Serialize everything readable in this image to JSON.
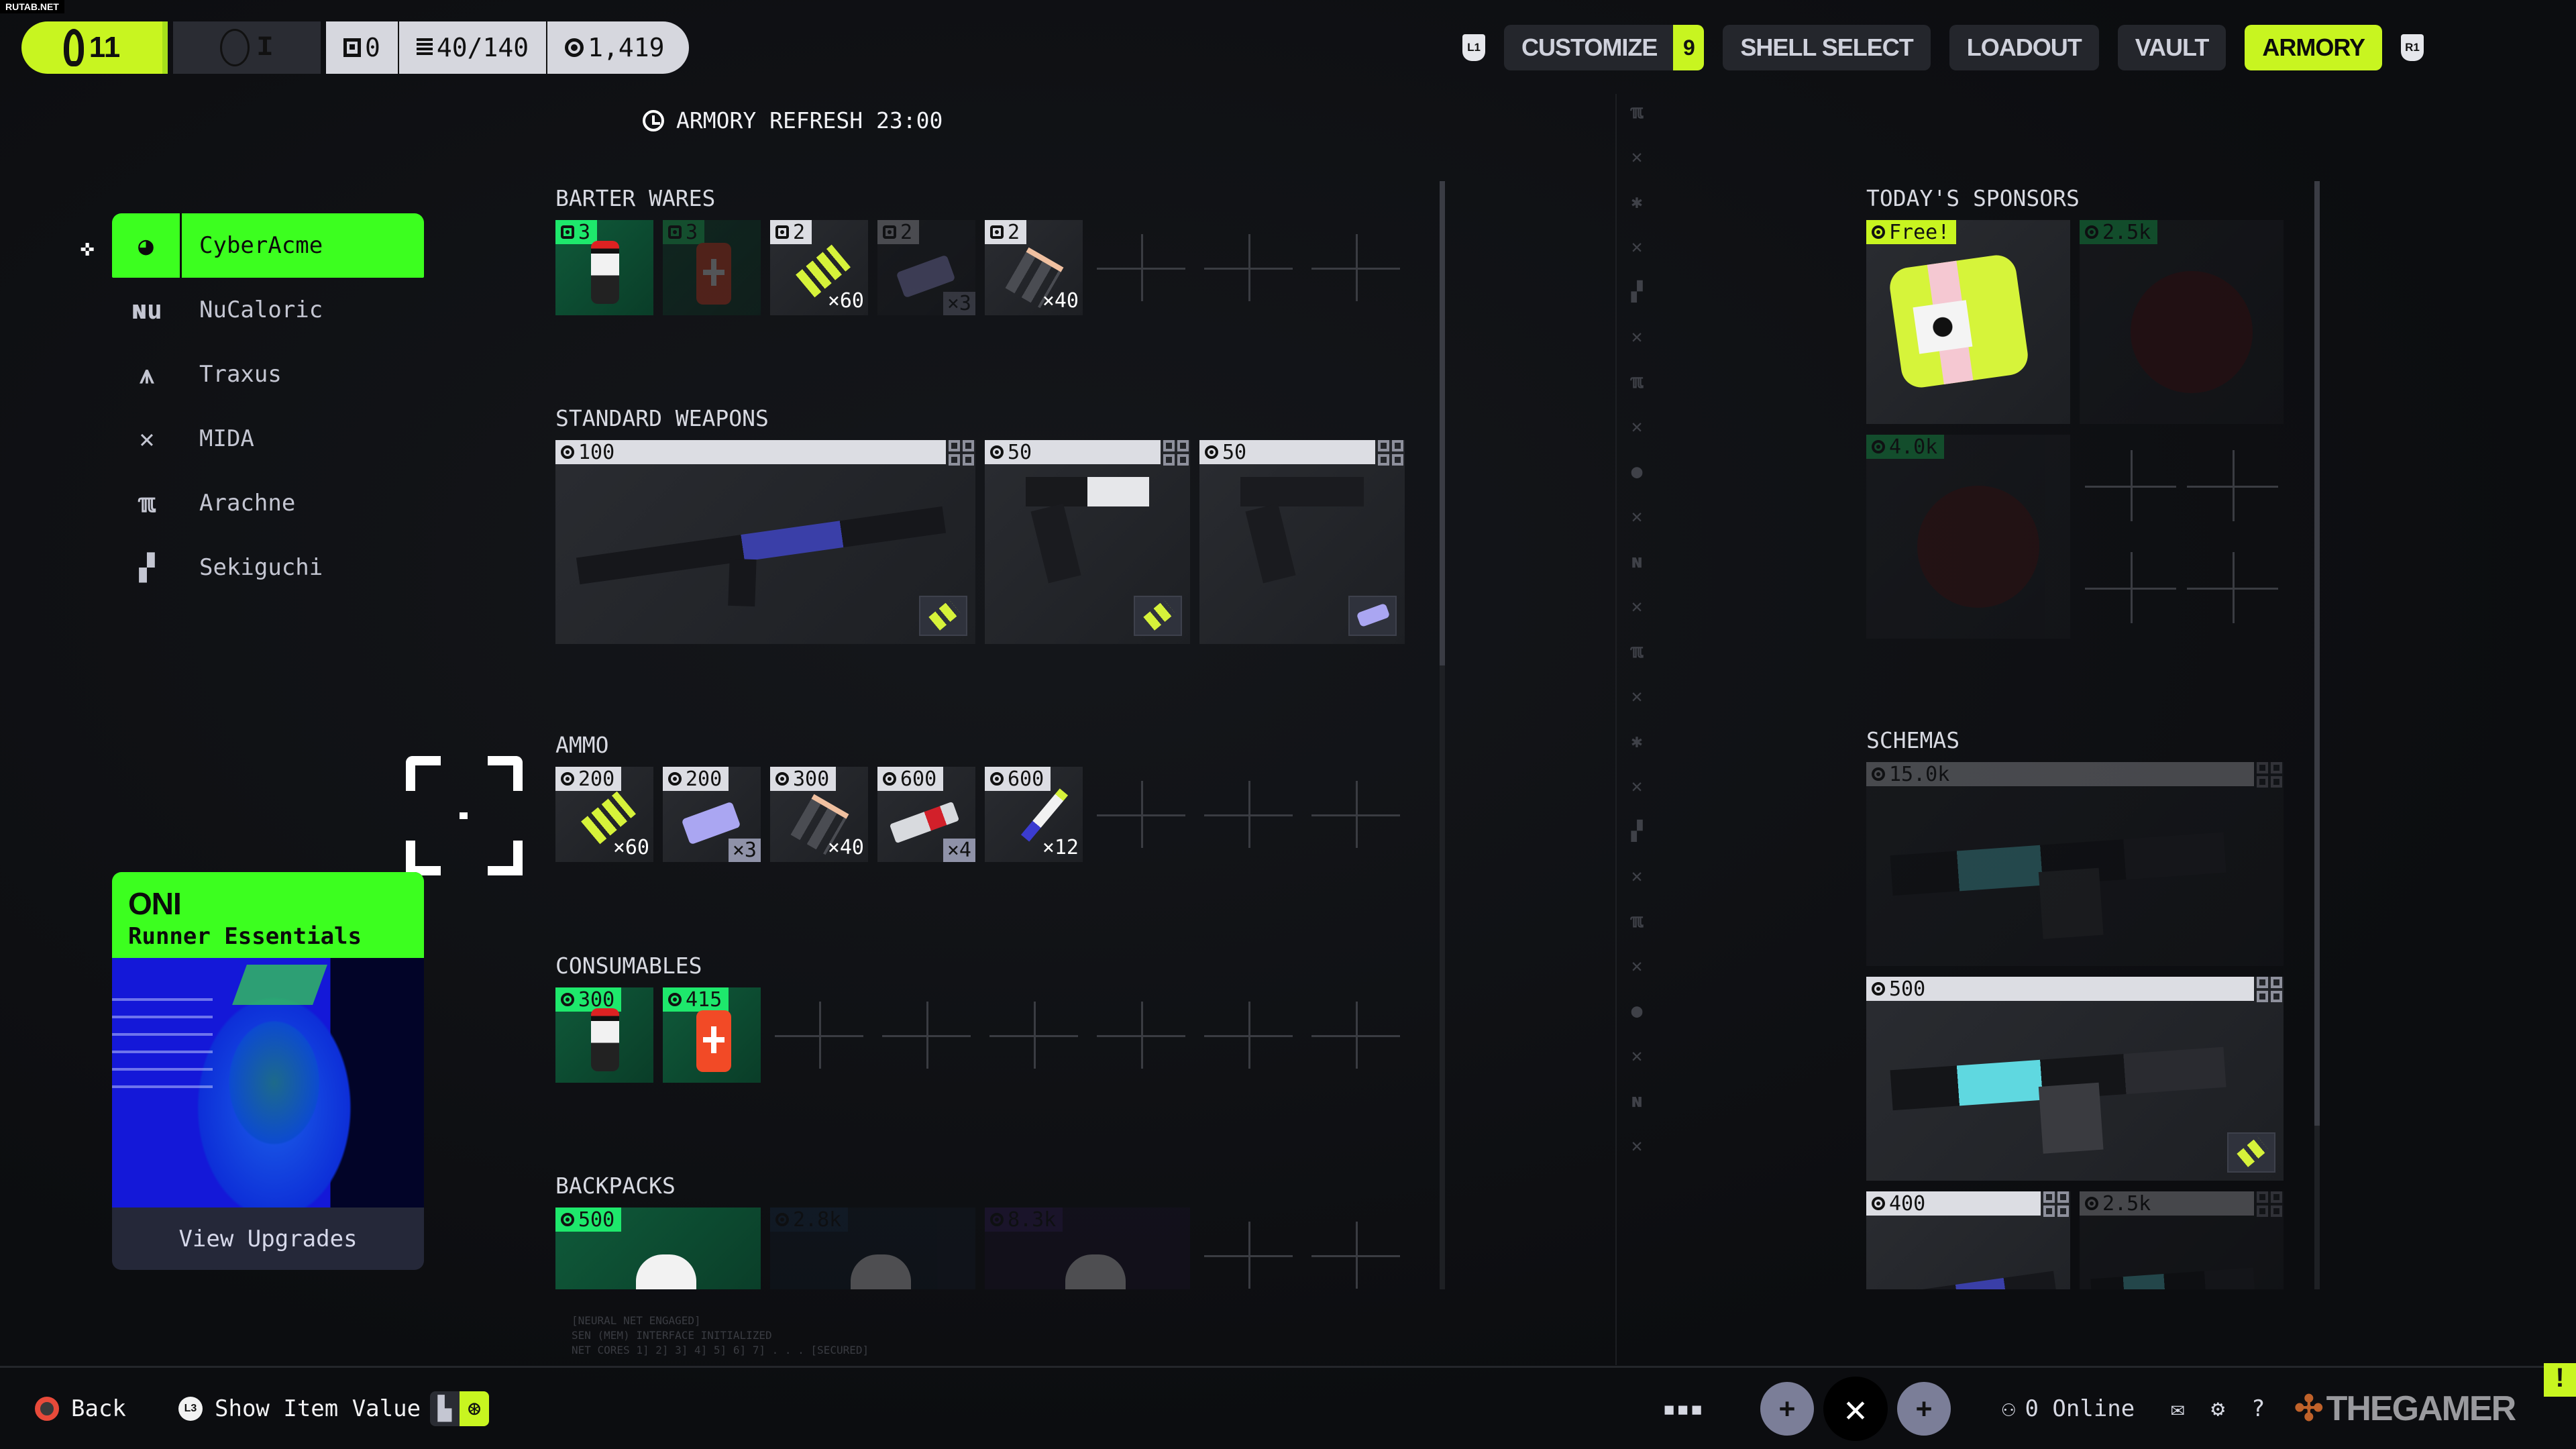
{
  "watermark": "RUTAB.NET",
  "topbar": {
    "level": "11",
    "rank": "I",
    "keys": "0",
    "capacity": "40/140",
    "credits": "1,419"
  },
  "tabs": {
    "left_shoulder": "L1",
    "right_shoulder": "R1",
    "items": [
      {
        "label": "CUSTOMIZE",
        "badge": "9"
      },
      {
        "label": "SHELL SELECT"
      },
      {
        "label": "LOADOUT"
      },
      {
        "label": "VAULT"
      },
      {
        "label": "ARMORY",
        "active": true
      }
    ]
  },
  "refresh": "ARMORY REFRESH 23:00",
  "sidebar": {
    "items": [
      {
        "label": "CyberAcme",
        "icon": "cyberacme-logo-icon",
        "glyph": "◕",
        "active": true
      },
      {
        "label": "NuCaloric",
        "icon": "nucaloric-logo-icon",
        "glyph": "ɴu"
      },
      {
        "label": "Traxus",
        "icon": "traxus-logo-icon",
        "glyph": "⩚"
      },
      {
        "label": "MIDA",
        "icon": "mida-logo-icon",
        "glyph": "✕"
      },
      {
        "label": "Arachne",
        "icon": "arachne-logo-icon",
        "glyph": "ℼ"
      },
      {
        "label": "Sekiguchi",
        "icon": "sekiguchi-logo-icon",
        "glyph": "▞"
      }
    ]
  },
  "oni": {
    "title": "ONI",
    "subtitle": "Runner Essentials",
    "button": "View Upgrades"
  },
  "sections": {
    "barter": {
      "label": "BARTER WARES",
      "tiles": [
        {
          "price": "3",
          "currency": "barter",
          "tag": "green",
          "bg": "green",
          "art": "canister"
        },
        {
          "price": "3",
          "currency": "barter",
          "tag": "green",
          "bg": "green",
          "art": "medkit",
          "dim": true
        },
        {
          "price": "2",
          "currency": "barter",
          "tag": "light",
          "art": "bullets",
          "qty": "×60"
        },
        {
          "price": "2",
          "currency": "barter",
          "tag": "light",
          "art": "battery",
          "qty": "×3",
          "qty_box": true,
          "dim": true
        },
        {
          "price": "2",
          "currency": "barter",
          "tag": "light",
          "art": "shells",
          "qty": "×40"
        },
        {
          "empty": true
        },
        {
          "empty": true
        },
        {
          "empty": true
        }
      ]
    },
    "weapons": {
      "label": "STANDARD WEAPONS",
      "tiles": [
        {
          "price": "100",
          "currency": "credits",
          "tag": "light",
          "art": "rifle",
          "span": 4,
          "slots": true,
          "ammo": "bullets"
        },
        {
          "price": "50",
          "currency": "credits",
          "tag": "light",
          "art": "pistol",
          "span": 2,
          "slots": true,
          "ammo": "bullets"
        },
        {
          "price": "50",
          "currency": "credits",
          "tag": "light",
          "art": "pistol-dark",
          "span": 2,
          "slots": true,
          "ammo": "battery"
        }
      ]
    },
    "ammo": {
      "label": "AMMO",
      "tiles": [
        {
          "price": "200",
          "currency": "credits",
          "tag": "light",
          "art": "bullets",
          "qty": "×60"
        },
        {
          "price": "200",
          "currency": "credits",
          "tag": "light",
          "art": "battery",
          "qty": "×3",
          "qty_box": true
        },
        {
          "price": "300",
          "currency": "credits",
          "tag": "light",
          "art": "shells",
          "qty": "×40"
        },
        {
          "price": "600",
          "currency": "credits",
          "tag": "light",
          "art": "cartridge",
          "qty": "×4",
          "qty_box": true
        },
        {
          "price": "600",
          "currency": "credits",
          "tag": "light",
          "art": "syringe",
          "qty": "×12"
        },
        {
          "empty": true
        },
        {
          "empty": true
        },
        {
          "empty": true
        }
      ]
    },
    "consumables": {
      "label": "CONSUMABLES",
      "tiles": [
        {
          "price": "300",
          "currency": "credits",
          "tag": "green",
          "bg": "green",
          "art": "canister"
        },
        {
          "price": "415",
          "currency": "credits",
          "tag": "green",
          "bg": "green",
          "art": "medkit"
        },
        {
          "empty": true
        },
        {
          "empty": true
        },
        {
          "empty": true
        },
        {
          "empty": true
        },
        {
          "empty": true
        },
        {
          "empty": true
        }
      ]
    },
    "backpacks": {
      "label": "BACKPACKS",
      "tiles": [
        {
          "price": "500",
          "currency": "credits",
          "tag": "green",
          "bg": "green",
          "art": "backpack",
          "span": 2
        },
        {
          "price": "2.8k",
          "currency": "credits",
          "tag": "blue",
          "bg": "blue",
          "art": "backpack",
          "span": 2,
          "dim": true
        },
        {
          "price": "8.3k",
          "currency": "credits",
          "tag": "purple",
          "bg": "purple",
          "art": "backpack",
          "span": 2,
          "dim": true
        },
        {
          "empty": true
        },
        {
          "empty": true
        }
      ]
    }
  },
  "sponsors": {
    "label": "TODAY'S SPONSORS",
    "tiles": [
      {
        "price": "Free!",
        "currency": "credits",
        "tag": "lime",
        "art": "crate"
      },
      {
        "price": "2.5k",
        "currency": "credits",
        "tag": "green",
        "art": "helmet",
        "dim": true
      },
      {
        "price": "4.0k",
        "currency": "credits",
        "tag": "green",
        "art": "helmet",
        "dim": true
      },
      {
        "quad": true
      }
    ]
  },
  "schemas": {
    "label": "SCHEMAS",
    "tiles": [
      {
        "price": "15.0k",
        "currency": "credits",
        "tag": "light",
        "art": "schema",
        "span": 2,
        "slots": true,
        "dim": true
      },
      {
        "price": "500",
        "currency": "credits",
        "tag": "light",
        "art": "schema",
        "span": 2,
        "slots": true,
        "ammo": "bullets"
      },
      {
        "price": "400",
        "currency": "credits",
        "tag": "light",
        "art": "rifle",
        "slots": true
      },
      {
        "price": "2.5k",
        "currency": "credits",
        "tag": "light",
        "art": "schema",
        "slots": true,
        "dim": true
      }
    ]
  },
  "side_strip": [
    "arachne",
    "close",
    "mida",
    "close",
    "sekiguchi",
    "close",
    "arachne",
    "close",
    "chat",
    "close",
    "nucaloric",
    "close",
    "arachne",
    "close",
    "mida",
    "close",
    "sekiguchi",
    "close",
    "arachne",
    "close",
    "chat",
    "close",
    "nucaloric",
    "close"
  ],
  "log": [
    "[NEURAL NET ENGAGED]",
    "SEN (MEM) INTERFACE INITIALIZED",
    "NET CORES 1] 2] 3] 4] 5] 6] 7] . . . [SECURED]"
  ],
  "bottom": {
    "back": "Back",
    "l3": "L3",
    "show_value": "Show Item Value",
    "online": "0 Online",
    "logo": "THEGAMER",
    "alert": "!"
  },
  "colors": {
    "lime": "#c8f520",
    "green": "#3cff1f",
    "tag_green": "#1ee86c"
  }
}
